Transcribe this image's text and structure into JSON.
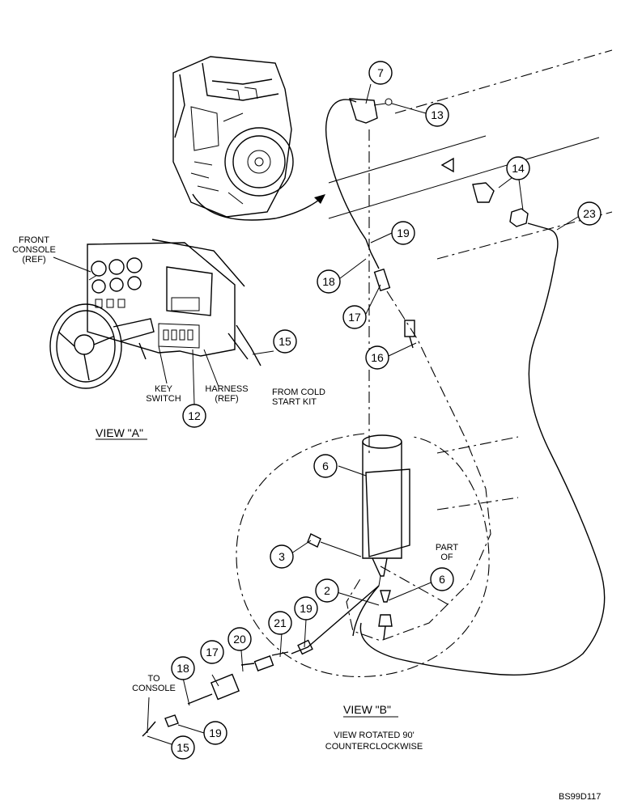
{
  "callouts": {
    "c2": "2",
    "c3": "3",
    "c6a": "6",
    "c6b": "6",
    "c7": "7",
    "c12": "12",
    "c13": "13",
    "c14": "14",
    "c15a": "15",
    "c15b": "15",
    "c16": "16",
    "c17a": "17",
    "c17b": "17",
    "c18a": "18",
    "c18b": "18",
    "c19a": "19",
    "c19b": "19",
    "c19c": "19",
    "c20": "20",
    "c21": "21",
    "c23": "23"
  },
  "labels": {
    "front_console_1": "FRONT",
    "front_console_2": "CONSOLE",
    "front_console_3": "(REF)",
    "key_switch_1": "KEY",
    "key_switch_2": "SWITCH",
    "harness_1": "HARNESS",
    "harness_2": "(REF)",
    "cold_start_1": "FROM COLD",
    "cold_start_2": "START KIT",
    "part_of_1": "PART",
    "part_of_2": "OF",
    "to_console_1": "TO",
    "to_console_2": "CONSOLE",
    "view_rotated_1": "VIEW ROTATED 90'",
    "view_rotated_2": "COUNTERCLOCKWISE"
  },
  "views": {
    "view_a": "VIEW \"A\"",
    "view_b": "VIEW \"B\""
  },
  "figure_id": "BS99D117"
}
